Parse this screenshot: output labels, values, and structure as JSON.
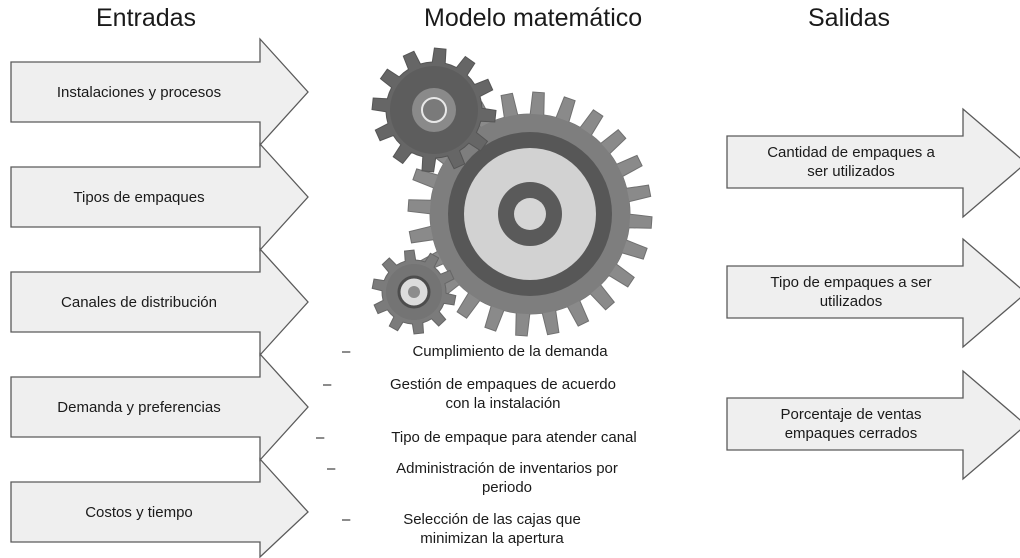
{
  "headers": {
    "inputs": "Entradas",
    "model": "Modelo matemático",
    "outputs": "Salidas"
  },
  "inputs": [
    "Instalaciones y procesos",
    "Tipos de empaques",
    "Canales de distribución",
    "Demanda y preferencias",
    "Costos y tiempo"
  ],
  "outputs": [
    [
      "Cantidad de empaques a",
      "ser utilizados"
    ],
    [
      "Tipo de empaques a ser",
      "utilizados"
    ],
    [
      "Porcentaje de ventas",
      "empaques cerrados"
    ]
  ],
  "model_items": [
    [
      "Cumplimiento de la demanda"
    ],
    [
      "Gestión de empaques de acuerdo",
      "con la instalación"
    ],
    [
      "Tipo de empaque para atender canal"
    ],
    [
      "Administración de inventarios por",
      "periodo"
    ],
    [
      "Selección de las cajas que",
      "minimizan la apertura"
    ]
  ],
  "dash": "–",
  "icons": [
    "gear-icon-small-top",
    "gear-icon-large",
    "gear-icon-small-bottom"
  ]
}
